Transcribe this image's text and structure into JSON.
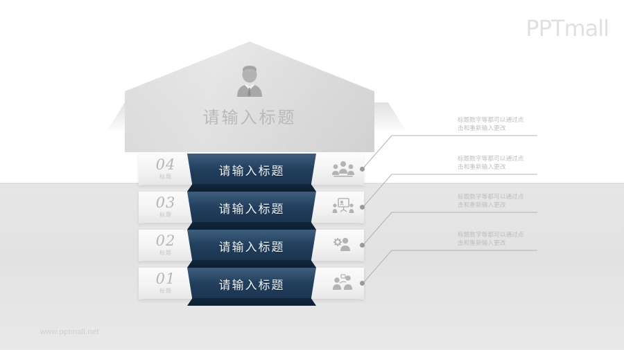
{
  "brand": {
    "logo_text": "PPTmall",
    "footer_url": "www.pptmall.net"
  },
  "roof": {
    "icon": "person-avatar-icon",
    "title": "请输入标题"
  },
  "rows": [
    {
      "number": "04",
      "number_sub": "标题",
      "label": "请输入标题",
      "icon": "people-group-icon"
    },
    {
      "number": "03",
      "number_sub": "标题",
      "label": "请输入标题",
      "icon": "presentation-board-icon"
    },
    {
      "number": "02",
      "number_sub": "标题",
      "label": "请输入标题",
      "icon": "person-gear-icon"
    },
    {
      "number": "01",
      "number_sub": "标题",
      "label": "请输入标题",
      "icon": "two-people-icon"
    }
  ],
  "notes": [
    {
      "line1": "标题数字等都可以通过点",
      "line2": "击和重新输入更改"
    },
    {
      "line1": "标题数字等都可以通过点",
      "line2": "击和重新输入更改"
    },
    {
      "line1": "标题数字等都可以通过点",
      "line2": "击和重新输入更改"
    },
    {
      "line1": "标题数字等都可以通过点",
      "line2": "击和重新输入更改"
    }
  ],
  "colors": {
    "bar_blue": "#22405f",
    "bar_blue_dark": "#0d1f31",
    "background_lower": "#e3e3e3",
    "text_gray": "#bdbdbd"
  }
}
